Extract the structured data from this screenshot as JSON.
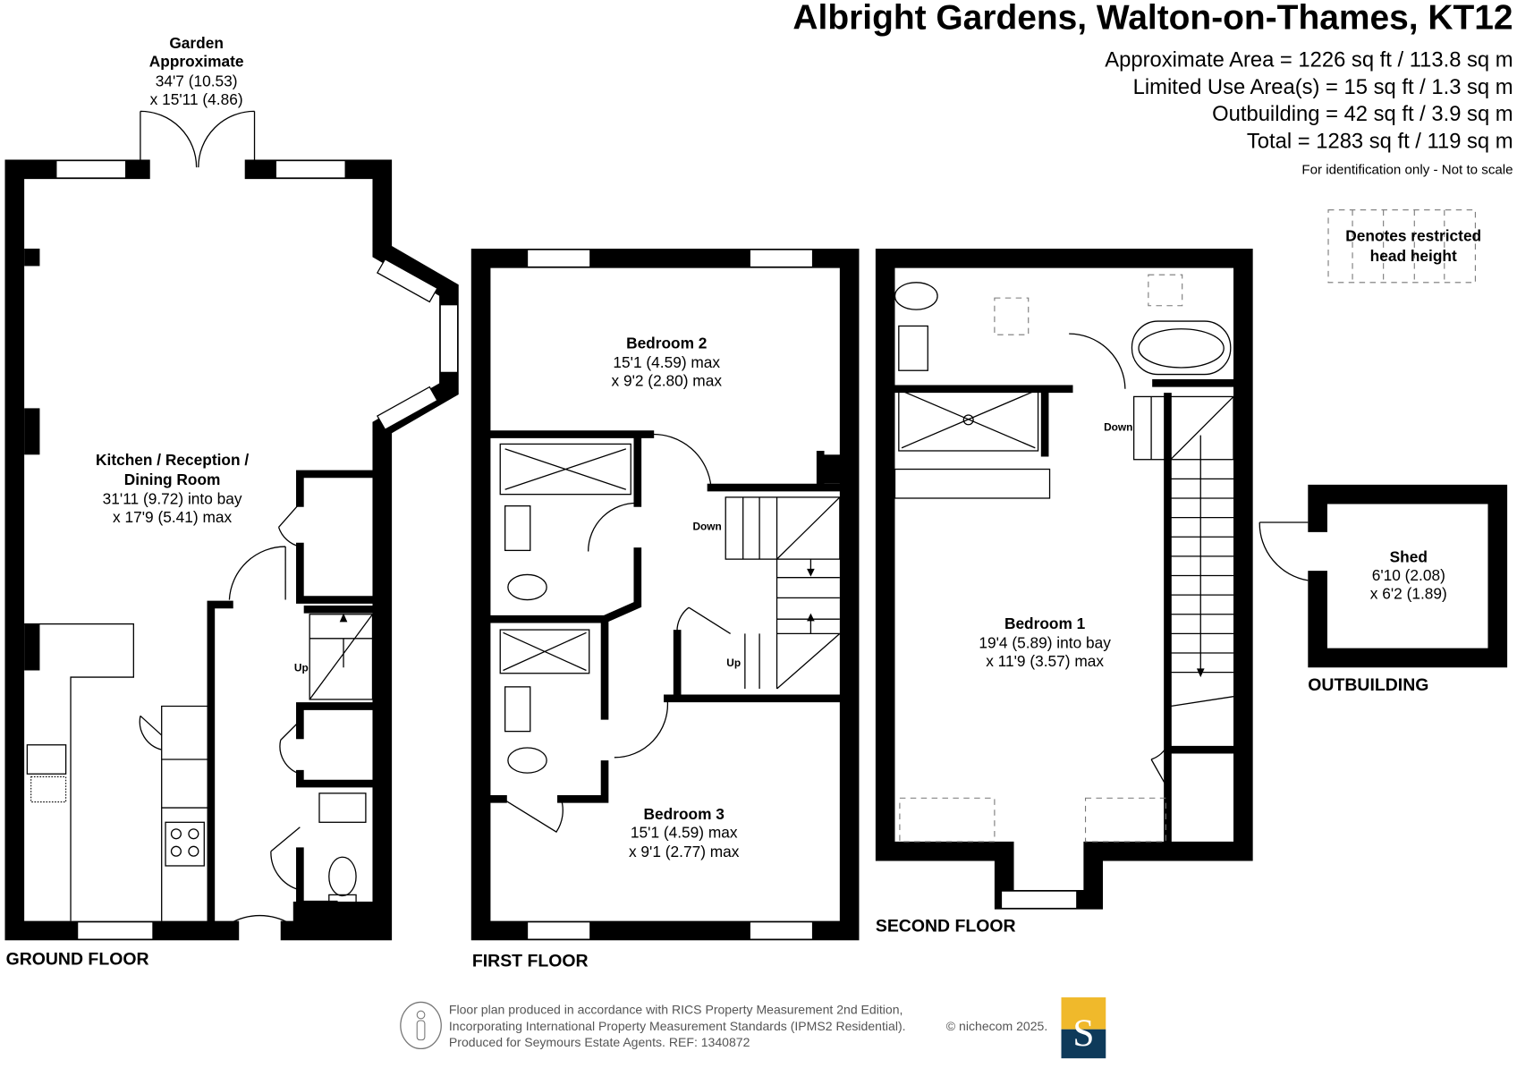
{
  "title": "Albright Gardens, Walton-on-Thames, KT12",
  "areas": [
    "Approximate Area = 1226 sq ft / 113.8 sq m",
    "Limited Use Area(s) = 15 sq ft / 1.3 sq m",
    "Outbuilding = 42 sq ft / 3.9 sq m",
    "Total = 1283 sq ft / 119 sq m"
  ],
  "disclaimer": "For identification only - Not to scale",
  "legend": {
    "line1": "Denotes restricted",
    "line2": "head height"
  },
  "garden": {
    "name": "Garden",
    "line2": "Approximate",
    "dim1": "34'7 (10.53)",
    "dim2": "x 15'11 (4.86)"
  },
  "rooms": {
    "kitchen": {
      "name1": "Kitchen / Reception /",
      "name2": "Dining Room",
      "dim1": "31'11 (9.72) into bay",
      "dim2": "x 17'9 (5.41) max"
    },
    "bedroom2": {
      "name": "Bedroom 2",
      "dim1": "15'1 (4.59) max",
      "dim2": "x 9'2 (2.80) max"
    },
    "bedroom3": {
      "name": "Bedroom 3",
      "dim1": "15'1 (4.59) max",
      "dim2": "x 9'1 (2.77) max"
    },
    "bedroom1": {
      "name": "Bedroom 1",
      "dim1": "19'4 (5.89) into bay",
      "dim2": "x 11'9 (3.57) max"
    },
    "shed": {
      "name": "Shed",
      "dim1": "6'10 (2.08)",
      "dim2": "x 6'2 (1.89)"
    }
  },
  "stairs": {
    "up": "Up",
    "down": "Down"
  },
  "floors": {
    "ground": "GROUND FLOOR",
    "first": "FIRST FLOOR",
    "second": "SECOND FLOOR",
    "outbuilding": "OUTBUILDING"
  },
  "footer": {
    "line1": "Floor plan produced in accordance with RICS Property Measurement 2nd Edition,",
    "line2": "Incorporating International Property Measurement Standards (IPMS2 Residential).",
    "copyright": "© nichecom 2025.",
    "line3": "Produced for Seymours Estate Agents.   REF: 1340872",
    "logo_letter": "S"
  },
  "colors": {
    "logo_top": "#f0b92b",
    "logo_bottom": "#0e3a5a"
  }
}
